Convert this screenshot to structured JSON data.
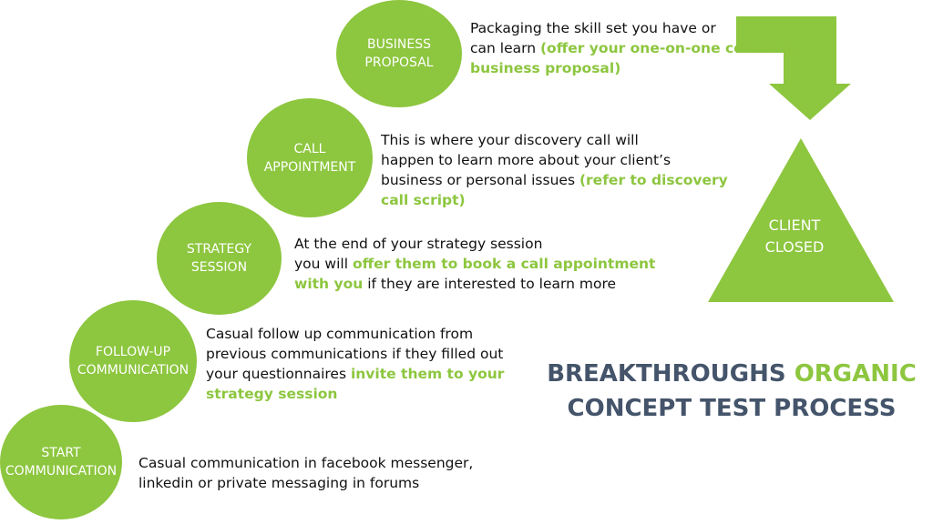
{
  "colors": {
    "accent": "#8dc63f",
    "text": "#111111",
    "title": "#44546a"
  },
  "steps": [
    {
      "label": "START\nCOMMUNICATION",
      "text_parts": [
        {
          "t": "Casual communication in facebook messenger,\nlinkedin or private messaging in forums",
          "hl": false
        }
      ]
    },
    {
      "label": "FOLLOW-UP\nCOMMUNICATION",
      "text_parts": [
        {
          "t": "Casual follow up communication from\nprevious communications if they filled out\nyour questionnaires ",
          "hl": false
        },
        {
          "t": "invite them to your\nstrategy session",
          "hl": true
        }
      ]
    },
    {
      "label": "STRATEGY\nSESSION",
      "text_parts": [
        {
          "t": "At the end of your strategy session\nyou will ",
          "hl": false
        },
        {
          "t": "offer them to book a call appointment\nwith you",
          "hl": true
        },
        {
          "t": " if they are interested to learn more",
          "hl": false
        }
      ]
    },
    {
      "label": "CALL\nAPPOINTMENT",
      "text_parts": [
        {
          "t": "This is where your discovery call will\nhappen to learn more about your client’s\nbusiness or personal issues ",
          "hl": false
        },
        {
          "t": "(refer to discovery\ncall script)",
          "hl": true
        }
      ]
    },
    {
      "label": "BUSINESS\nPROPOSAL",
      "text_parts": [
        {
          "t": "Packaging the skill set you have or\ncan learn ",
          "hl": false
        },
        {
          "t": "(offer your one-on-one coaching\nbusiness proposal)",
          "hl": true
        }
      ]
    }
  ],
  "outcome": {
    "label": "CLIENT\nCLOSED"
  },
  "title": {
    "part1": "BREAKTHROUGHS",
    "part2": "ORGANIC",
    "line2": "CONCEPT TEST PROCESS"
  }
}
